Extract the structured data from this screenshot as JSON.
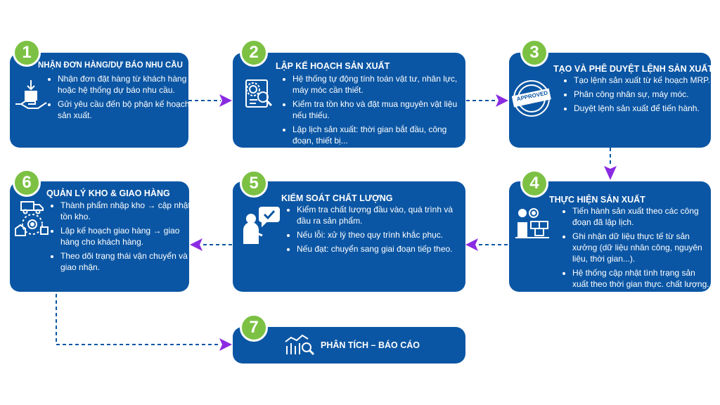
{
  "colors": {
    "box": "#0b56a4",
    "badge": "#7cc143",
    "arrow": "#8a2be2",
    "dash": "#0b56a4"
  },
  "steps": [
    {
      "number": "1",
      "title": "NHẬN ĐƠN HÀNG/DỰ BÁO NHU CẦU",
      "icon": "hand-receiving-box-icon",
      "items": [
        "Nhận đơn đặt hàng từ khách hàng hoặc hệ thống dự báo nhu cầu.",
        "Gửi yêu cầu đến bộ phận kế hoạch sản xuất."
      ]
    },
    {
      "number": "2",
      "title": "LẬP KẾ HOẠCH SẢN XUẤT",
      "icon": "gear-document-search-icon",
      "items": [
        "Hệ thống tự động tính toán vật tư, nhân lực, máy móc cần thiết.",
        "Kiểm tra tồn kho và đặt mua nguyên vật liệu nếu thiếu.",
        "Lập lịch sản xuất: thời gian bắt đầu, công đoạn, thiết bị..."
      ]
    },
    {
      "number": "3",
      "title": "TẠO VÀ PHÊ DUYỆT LỆNH SẢN XUẤT",
      "icon": "approved-stamp-icon",
      "stamp_text": "APPROVED",
      "items": [
        "Tạo lệnh sản xuất từ kế hoạch MRP.",
        "Phân công nhân sự, máy móc.",
        "Duyệt lệnh sản xuất để tiến hành."
      ]
    },
    {
      "number": "4",
      "title": "THỰC HIỆN SẢN XUẤT",
      "icon": "worker-production-icon",
      "items": [
        "Tiến hành sản xuất theo các công đoạn đã lập lịch.",
        "Ghi nhận dữ liệu thực tế từ sản xưởng (dữ liệu nhân công, nguyên liệu, thời gian...).",
        "Hệ thống cập nhật tình trạng sản xuất theo thời gian thực. chất lượng."
      ]
    },
    {
      "number": "5",
      "title": "KIỂM SOÁT CHẤT LƯỢNG",
      "icon": "quality-check-person-icon",
      "items": [
        "Kiểm tra chất lượng đầu vào, quá trình và đầu ra sản phẩm.",
        "Nếu lỗi: xử lý theo quy trình khắc phục.",
        "Nếu đạt: chuyển sang giai đoạn tiếp theo."
      ]
    },
    {
      "number": "6",
      "title": "QUẢN LÝ KHO & GIAO HÀNG",
      "icon": "warehouse-delivery-icon",
      "items": [
        "Thành phẩm nhập kho → cập nhật tồn kho.",
        "Lập kế hoạch giao hàng → giao hàng cho khách hàng.",
        "Theo dõi trạng thái vận chuyển và giao nhận."
      ]
    },
    {
      "number": "7",
      "title": "PHÂN TÍCH – BÁO CÁO",
      "icon": "chart-analysis-icon",
      "items": []
    }
  ]
}
